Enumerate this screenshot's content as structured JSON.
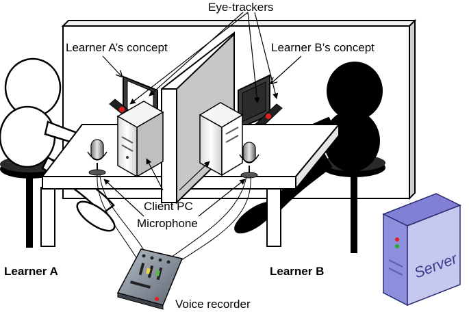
{
  "labels": {
    "eye_trackers": "Eye-trackers",
    "concept_a": "Learner A’s concept",
    "concept_b": "Learner B’s concept",
    "client_pc": "Client PC",
    "microphone": "Microphone",
    "learner_a": "Learner A",
    "learner_b": "Learner B",
    "voice_recorder": "Voice recorder",
    "server": "Server"
  },
  "colors": {
    "learner_b_fill": "#000000",
    "learner_a_fill": "#ffffff",
    "server_top": "#7f80d6",
    "server_front": "#c7c8f0",
    "server_side": "#8d8fdc",
    "led_red": "#e02020",
    "led_green": "#22b022",
    "wall": "#ffffff",
    "divider": "#c8c8c8",
    "monitor_screen": "#3a3a3a"
  }
}
